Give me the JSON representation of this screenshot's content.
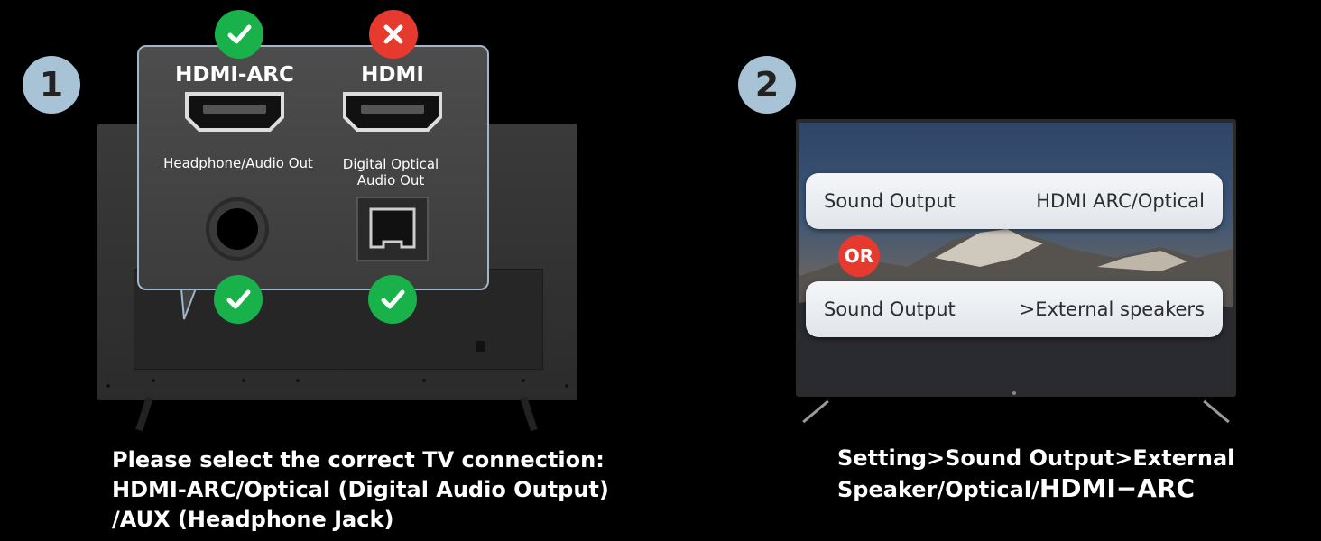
{
  "step1": {
    "badge": "1",
    "ports": {
      "hdmi_arc_label": "HDMI-ARC",
      "hdmi_label": "HDMI",
      "headphone_label": "Headphone/Audio Out",
      "optical_label_line1": "Digital Optical",
      "optical_label_line2": "Audio Out"
    },
    "caption": {
      "line1": "Please select the correct TV connection:",
      "line2": "HDMI-ARC/Optical (Digital Audio Output)",
      "line3": "/AUX (Headphone Jack)"
    }
  },
  "step2": {
    "badge": "2",
    "menu": [
      {
        "label": "Sound Output",
        "value": "HDMI ARC/Optical"
      },
      {
        "label": "Sound Output",
        "value": ">External speakers"
      }
    ],
    "or_label": "OR",
    "caption": {
      "line1": "Setting>Sound Output>External",
      "line2_prefix": "Speaker/Optical/",
      "line2_emph": "HDMI−ARC"
    }
  },
  "colors": {
    "check_green": "#19b14a",
    "cross_red": "#e63a2e",
    "badge_blue": "#a8c3d6",
    "panel_border": "#9fb6cc"
  },
  "icons": [
    "check-icon",
    "cross-icon",
    "hdmi-port-icon",
    "headphone-jack-icon",
    "optical-port-icon"
  ]
}
